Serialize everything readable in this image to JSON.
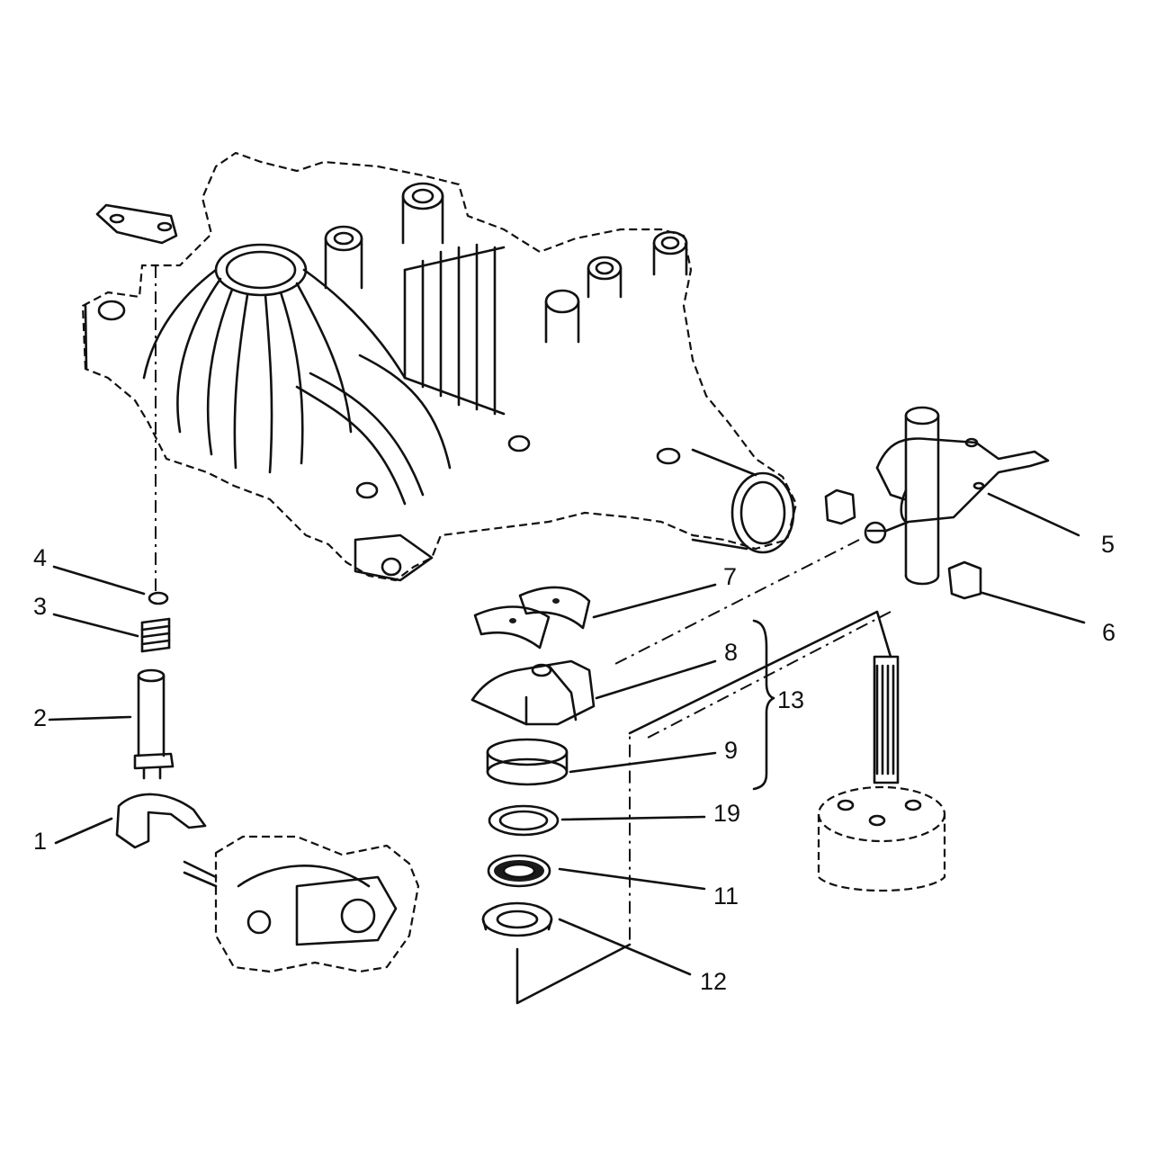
{
  "callouts": [
    {
      "id": "c1",
      "label": "1"
    },
    {
      "id": "c2",
      "label": "2"
    },
    {
      "id": "c3",
      "label": "3"
    },
    {
      "id": "c4",
      "label": "4"
    },
    {
      "id": "c5",
      "label": "5"
    },
    {
      "id": "c6",
      "label": "6"
    },
    {
      "id": "c7",
      "label": "7"
    },
    {
      "id": "c8",
      "label": "8"
    },
    {
      "id": "c9",
      "label": "9"
    },
    {
      "id": "c13",
      "label": "13"
    },
    {
      "id": "c19",
      "label": "19"
    },
    {
      "id": "c11",
      "label": "11"
    },
    {
      "id": "c12",
      "label": "12"
    }
  ]
}
